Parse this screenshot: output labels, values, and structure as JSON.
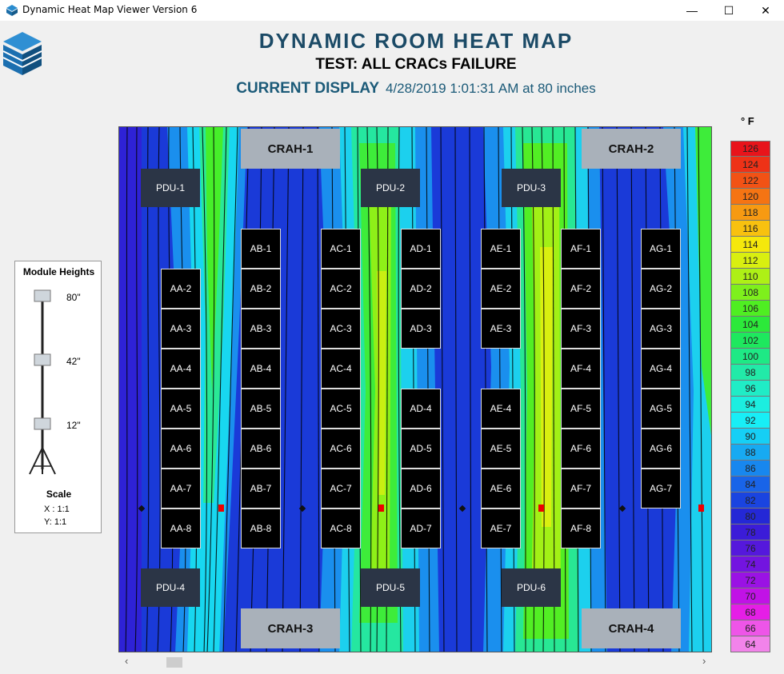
{
  "window": {
    "title": "Dynamic Heat Map Viewer Version 6",
    "minimize": "—",
    "maximize": "☐",
    "close": "✕"
  },
  "header": {
    "title": "DYNAMIC ROOM HEAT MAP",
    "test": "TEST: ALL CRACs FAILURE",
    "display_label": "CURRENT DISPLAY",
    "display_value": "4/28/2019 1:01:31 AM at 80 inches"
  },
  "crahs": [
    "CRAH-1",
    "CRAH-2",
    "CRAH-3",
    "CRAH-4"
  ],
  "pdus": [
    "PDU-1",
    "PDU-2",
    "PDU-3",
    "PDU-4",
    "PDU-5",
    "PDU-6"
  ],
  "racks": {
    "AA": [
      "AA-2",
      "AA-3",
      "AA-4",
      "AA-5",
      "AA-6",
      "AA-7",
      "AA-8"
    ],
    "AB": [
      "AB-1",
      "AB-2",
      "AB-3",
      "AB-4",
      "AB-5",
      "AB-6",
      "AB-7",
      "AB-8"
    ],
    "AC": [
      "AC-1",
      "AC-2",
      "AC-3",
      "AC-4",
      "AC-5",
      "AC-6",
      "AC-7",
      "AC-8"
    ],
    "AD": [
      "AD-1",
      "AD-2",
      "AD-3",
      "AD-4",
      "AD-5",
      "AD-6",
      "AD-7"
    ],
    "AE": [
      "AE-1",
      "AE-2",
      "AE-3",
      "AE-4",
      "AE-5",
      "AE-6",
      "AE-7"
    ],
    "AF": [
      "AF-1",
      "AF-2",
      "AF-3",
      "AF-4",
      "AF-5",
      "AF-6",
      "AF-7",
      "AF-8"
    ],
    "AG": [
      "AG-1",
      "AG-2",
      "AG-3",
      "AG-4",
      "AG-5",
      "AG-6",
      "AG-7"
    ]
  },
  "module_heights": {
    "title": "Module Heights",
    "heights": [
      "80\"",
      "42\"",
      "12\""
    ],
    "scale_title": "Scale",
    "scale_x": "X : 1:1",
    "scale_y": "Y:  1:1"
  },
  "scrollbar": {
    "left": "‹",
    "right": "›"
  },
  "legend": {
    "unit": "° F",
    "values": [
      {
        "t": "126",
        "c": "#e8141b"
      },
      {
        "t": "124",
        "c": "#ee3217"
      },
      {
        "t": "122",
        "c": "#f25215"
      },
      {
        "t": "120",
        "c": "#f57413"
      },
      {
        "t": "118",
        "c": "#f79a12"
      },
      {
        "t": "116",
        "c": "#f8c10f"
      },
      {
        "t": "114",
        "c": "#f5e80c"
      },
      {
        "t": "112",
        "c": "#d9ef10"
      },
      {
        "t": "110",
        "c": "#aef016"
      },
      {
        "t": "108",
        "c": "#7ef01c"
      },
      {
        "t": "106",
        "c": "#4fee22"
      },
      {
        "t": "104",
        "c": "#2ce93a"
      },
      {
        "t": "102",
        "c": "#1ee85e"
      },
      {
        "t": "100",
        "c": "#1ee985"
      },
      {
        "t": "98",
        "c": "#22eaa8"
      },
      {
        "t": "96",
        "c": "#20ecc6"
      },
      {
        "t": "94",
        "c": "#1ceee0"
      },
      {
        "t": "92",
        "c": "#18eef6"
      },
      {
        "t": "90",
        "c": "#16cff5"
      },
      {
        "t": "88",
        "c": "#17aaf2"
      },
      {
        "t": "86",
        "c": "#1887ee"
      },
      {
        "t": "84",
        "c": "#1964e8"
      },
      {
        "t": "82",
        "c": "#1a44e0"
      },
      {
        "t": "80",
        "c": "#2428d6"
      },
      {
        "t": "78",
        "c": "#3b1cd8"
      },
      {
        "t": "76",
        "c": "#5518dc"
      },
      {
        "t": "74",
        "c": "#7314e0"
      },
      {
        "t": "72",
        "c": "#9a12e4"
      },
      {
        "t": "70",
        "c": "#c112e6"
      },
      {
        "t": "68",
        "c": "#e51ee6"
      },
      {
        "t": "66",
        "c": "#ee55e8"
      },
      {
        "t": "64",
        "c": "#f283ea"
      }
    ]
  }
}
